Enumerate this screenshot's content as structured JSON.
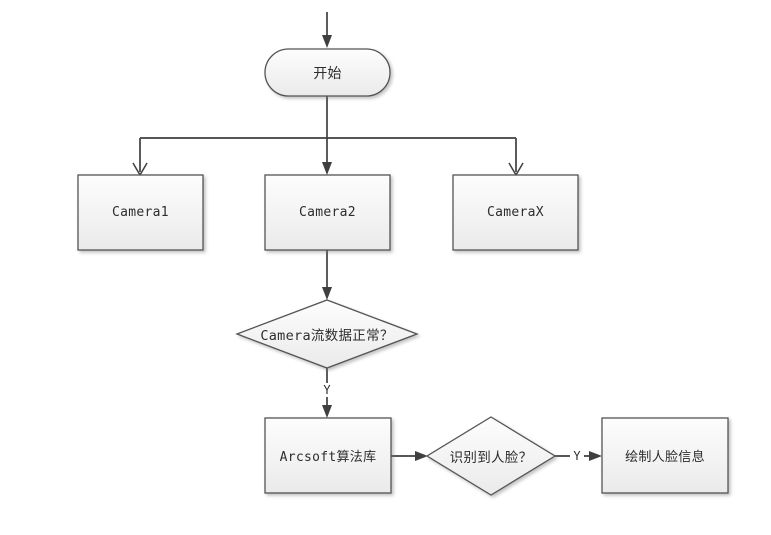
{
  "diagram": {
    "title": "face-detection-flowchart",
    "colors": {
      "background": "#ffffff",
      "connector": "#3f3f3f",
      "shape_border": "#545454",
      "shape_fill_top": "#fdfdfd",
      "shape_fill_bottom": "#eaeaea",
      "text": "#2d2d2d"
    },
    "nodes": {
      "start": {
        "type": "terminator",
        "label": "开始"
      },
      "camera1": {
        "type": "process",
        "label": "Camera1"
      },
      "camera2": {
        "type": "process",
        "label": "Camera2"
      },
      "cameraX": {
        "type": "process",
        "label": "CameraX"
      },
      "stream_check": {
        "type": "decision",
        "label": "Camera流数据正常？"
      },
      "arcsoft": {
        "type": "process",
        "label": "Arcsoft算法库"
      },
      "face_check": {
        "type": "decision",
        "label": "识别到人脸？"
      },
      "draw_face": {
        "type": "process",
        "label": "绘制人脸信息"
      }
    },
    "edge_labels": {
      "stream_yes": "Y",
      "face_yes": "Y"
    }
  }
}
